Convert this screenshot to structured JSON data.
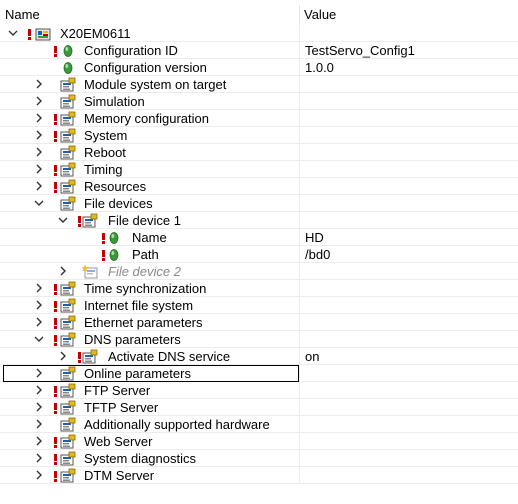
{
  "header": {
    "name_label": "Name",
    "value_label": "Value"
  },
  "rows": [
    {
      "label": "X20EM0611",
      "value": "",
      "level": 0,
      "expander": "expanded",
      "warn": true,
      "icon": "module-icon"
    },
    {
      "label": "Configuration ID",
      "value": "TestServo_Config1",
      "level": 1,
      "expander": "none",
      "warn": true,
      "icon": "parameter-icon"
    },
    {
      "label": "Configuration version",
      "value": "1.0.0",
      "level": 1,
      "expander": "none",
      "warn": false,
      "icon": "parameter-icon"
    },
    {
      "label": "Module system on target",
      "value": "",
      "level": 1,
      "expander": "collapsed",
      "warn": false,
      "icon": "folder-icon"
    },
    {
      "label": "Simulation",
      "value": "",
      "level": 1,
      "expander": "collapsed",
      "warn": false,
      "icon": "folder-icon"
    },
    {
      "label": "Memory configuration",
      "value": "",
      "level": 1,
      "expander": "collapsed",
      "warn": true,
      "icon": "folder-icon"
    },
    {
      "label": "System",
      "value": "",
      "level": 1,
      "expander": "collapsed",
      "warn": true,
      "icon": "folder-icon"
    },
    {
      "label": "Reboot",
      "value": "",
      "level": 1,
      "expander": "collapsed",
      "warn": false,
      "icon": "folder-icon"
    },
    {
      "label": "Timing",
      "value": "",
      "level": 1,
      "expander": "collapsed",
      "warn": true,
      "icon": "folder-icon"
    },
    {
      "label": "Resources",
      "value": "",
      "level": 1,
      "expander": "collapsed",
      "warn": true,
      "icon": "folder-icon"
    },
    {
      "label": "File devices",
      "value": "",
      "level": 1,
      "expander": "expanded",
      "warn": false,
      "icon": "folder-icon"
    },
    {
      "label": "File device 1",
      "value": "",
      "level": 2,
      "expander": "expanded",
      "warn": true,
      "icon": "folder-icon"
    },
    {
      "label": "Name",
      "value": "HD",
      "level": 3,
      "expander": "none",
      "warn": true,
      "icon": "parameter-icon"
    },
    {
      "label": "Path",
      "value": "/bd0",
      "level": 3,
      "expander": "none",
      "warn": true,
      "icon": "parameter-icon"
    },
    {
      "label": "File device 2",
      "value": "",
      "level": 2,
      "expander": "collapsed",
      "warn": false,
      "icon": "folder-new-icon",
      "disabled": true
    },
    {
      "label": "Time synchronization",
      "value": "",
      "level": 1,
      "expander": "collapsed",
      "warn": true,
      "icon": "folder-icon"
    },
    {
      "label": "Internet file system",
      "value": "",
      "level": 1,
      "expander": "collapsed",
      "warn": true,
      "icon": "folder-icon"
    },
    {
      "label": "Ethernet parameters",
      "value": "",
      "level": 1,
      "expander": "collapsed",
      "warn": true,
      "icon": "folder-icon"
    },
    {
      "label": "DNS parameters",
      "value": "",
      "level": 1,
      "expander": "expanded",
      "warn": true,
      "icon": "folder-icon"
    },
    {
      "label": "Activate DNS service",
      "value": "on",
      "level": 2,
      "expander": "collapsed",
      "warn": true,
      "icon": "folder-icon"
    },
    {
      "label": "Online parameters",
      "value": "",
      "level": 1,
      "expander": "collapsed",
      "warn": false,
      "icon": "folder-icon",
      "selected": true
    },
    {
      "label": "FTP Server",
      "value": "",
      "level": 1,
      "expander": "collapsed",
      "warn": true,
      "icon": "folder-icon"
    },
    {
      "label": "TFTP Server",
      "value": "",
      "level": 1,
      "expander": "collapsed",
      "warn": true,
      "icon": "folder-icon"
    },
    {
      "label": "Additionally supported hardware",
      "value": "",
      "level": 1,
      "expander": "collapsed",
      "warn": false,
      "icon": "folder-icon"
    },
    {
      "label": "Web Server",
      "value": "",
      "level": 1,
      "expander": "collapsed",
      "warn": true,
      "icon": "folder-icon"
    },
    {
      "label": "System diagnostics",
      "value": "",
      "level": 1,
      "expander": "collapsed",
      "warn": true,
      "icon": "folder-icon"
    },
    {
      "label": "DTM Server",
      "value": "",
      "level": 1,
      "expander": "collapsed",
      "warn": true,
      "icon": "folder-icon"
    }
  ],
  "colors": {
    "warning": "#c00000",
    "param_green": "#3c9a3c",
    "folder_blue": "#1c5fb8",
    "folder_yellow": "#e6b820"
  }
}
